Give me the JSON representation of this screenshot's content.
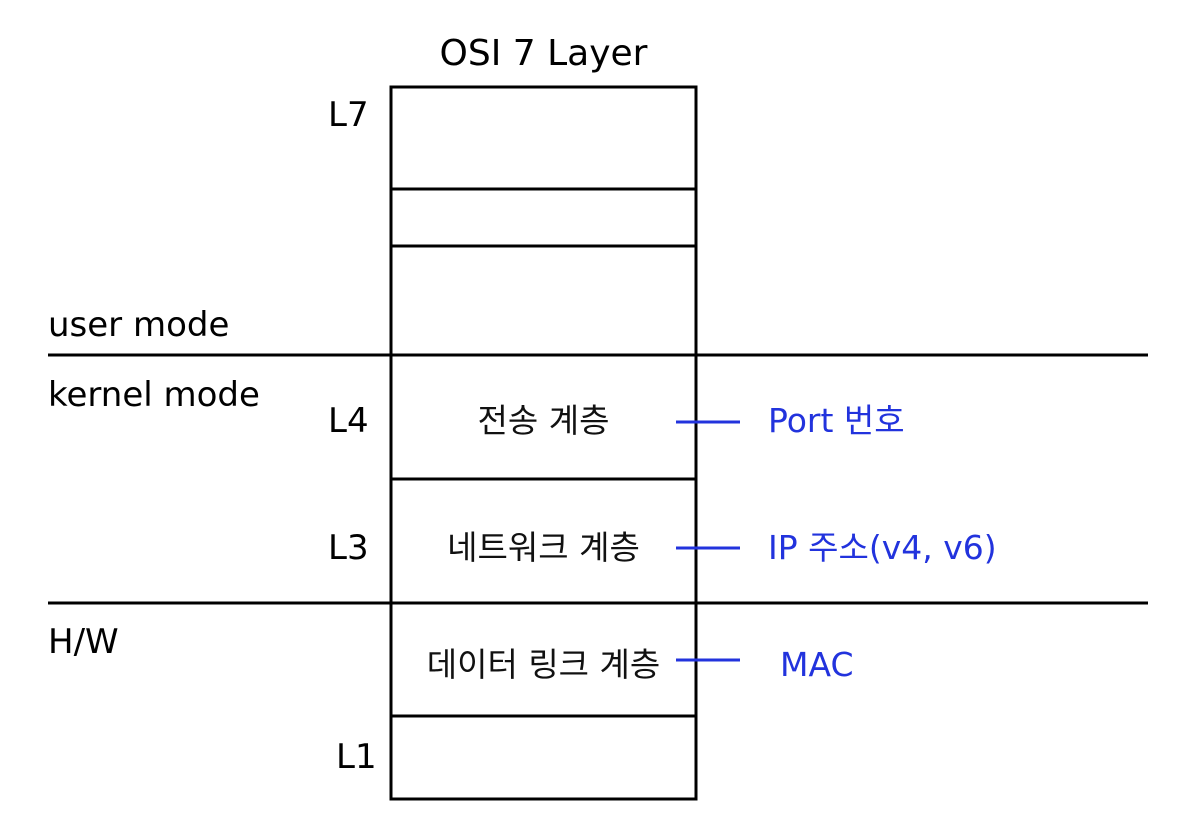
{
  "title": "OSI 7 Layer",
  "mode_labels": {
    "user": "user mode",
    "kernel": "kernel mode",
    "hw": "H/W"
  },
  "layer_numbers": {
    "l7": "L7",
    "l4": "L4",
    "l3": "L3",
    "l1": "L1"
  },
  "layers": {
    "transport": "전송 계층",
    "network": "네트워크 계층",
    "datalink": "데이터 링크 계층"
  },
  "annotations": {
    "transport": "Port 번호",
    "network": "IP 주소(v4, v6)",
    "datalink": "MAC"
  },
  "colors": {
    "line": "#000000",
    "annotation": "#2233dd",
    "background": "#ffffff"
  }
}
